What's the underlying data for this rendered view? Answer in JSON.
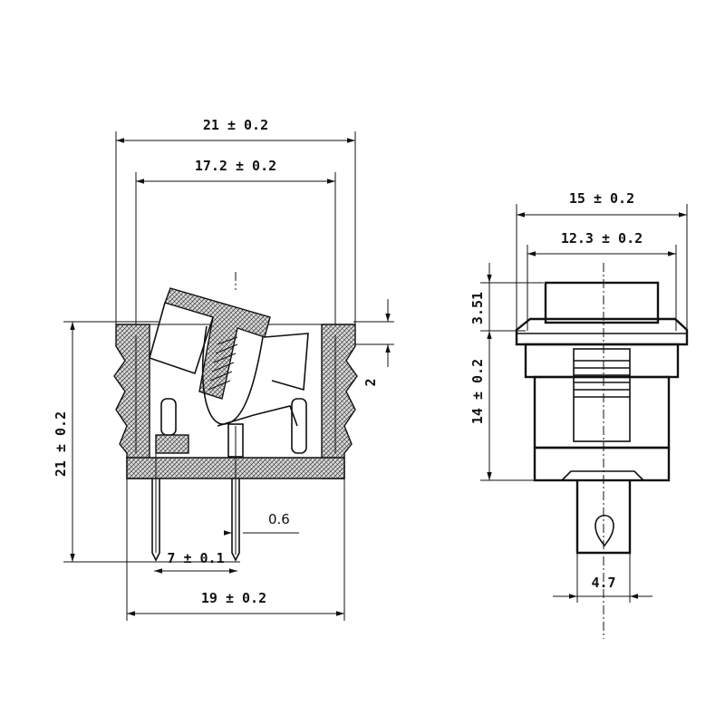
{
  "front_view": {
    "overall_width": "21 ± 0.2",
    "inner_width": "17.2 ± 0.2",
    "height": "21 ± 0.2",
    "flange_offset": "2",
    "terminal_thickness": "0.6",
    "terminal_pitch": "7 ± 0.1",
    "base_width": "19  ± 0.2"
  },
  "side_view": {
    "overall_width": "15 ± 0.2",
    "inner_width": "12.3 ± 0.2",
    "rocker_height": "3.51",
    "body_height": "14 ± 0.2",
    "terminal_width": "4.7"
  }
}
